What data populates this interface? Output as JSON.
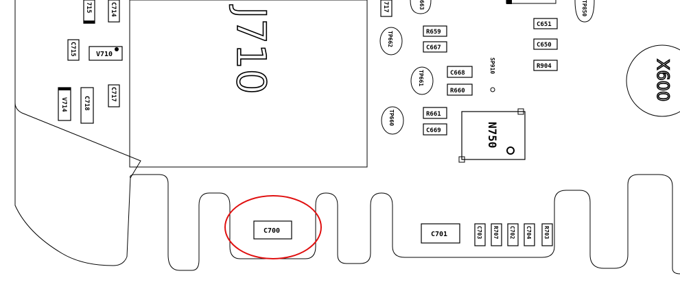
{
  "board": {
    "big_connector": "J710",
    "big_crystal": "X600",
    "ic": "N750",
    "highlight_color": "#e01010",
    "highlighted_part": "C700"
  },
  "parts": {
    "c714": "C714",
    "v715": "715",
    "c715": "C715",
    "v710": "V710",
    "c717": "C717",
    "c718": "C718",
    "v714": "V714",
    "v717": "717",
    "tp663": "663",
    "tp662": "TP662",
    "tp661": "TP661",
    "tp660": "TP660",
    "tp850": "TP850",
    "r659": "R659",
    "c667": "C667",
    "c668": "C668",
    "r660": "R660",
    "r661": "R661",
    "c669": "C669",
    "sp910": "SP910",
    "c651": "C651",
    "c650": "C650",
    "r904": "R904",
    "c700": "C700",
    "c701": "C701",
    "c703": "C703",
    "r707": "R707",
    "c702": "C702",
    "c704": "C704",
    "r703": "R703"
  }
}
